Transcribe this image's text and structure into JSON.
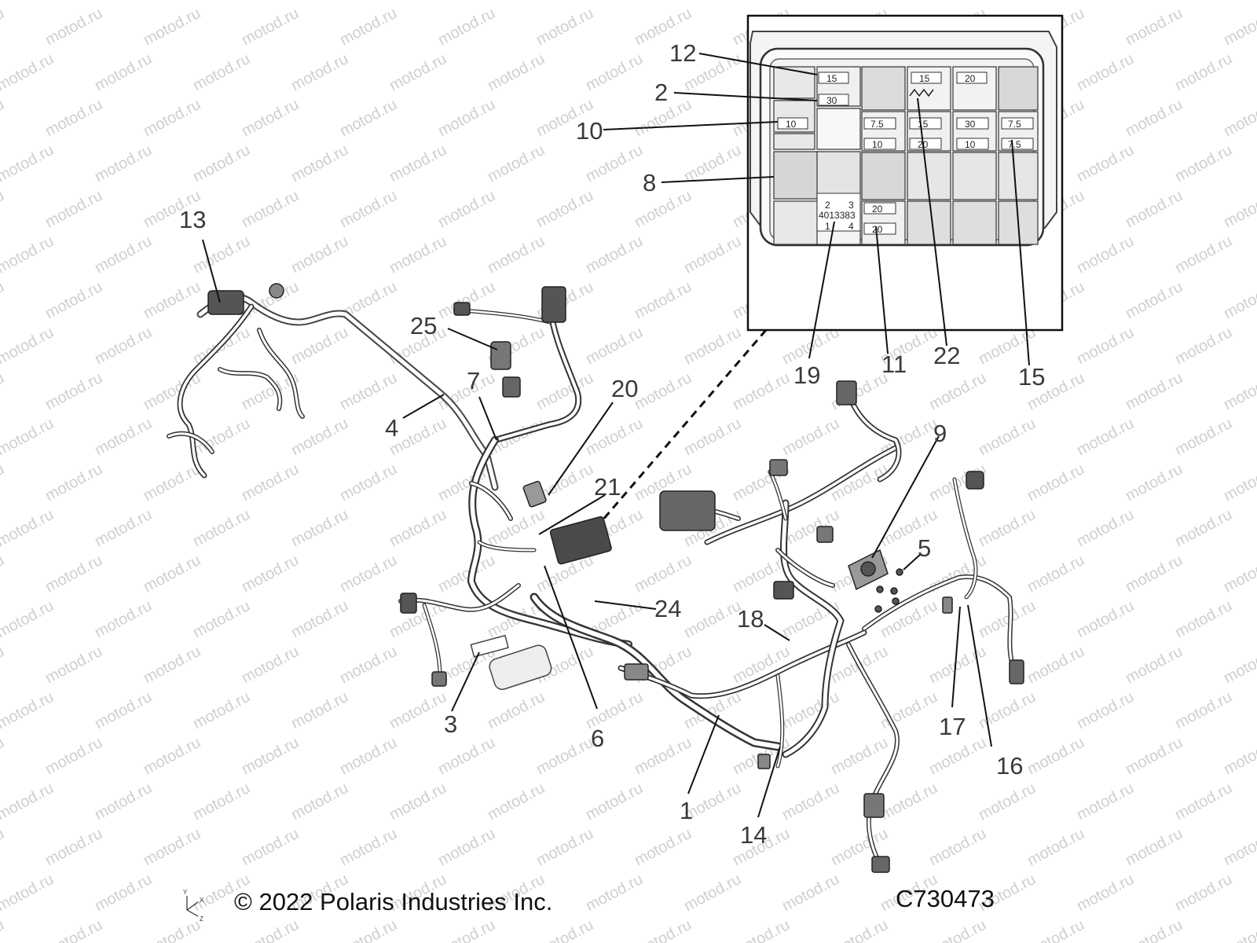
{
  "watermark": "motod.ru",
  "callouts": [
    {
      "id": "1",
      "label": "1"
    },
    {
      "id": "2",
      "label": "2"
    },
    {
      "id": "3",
      "label": "3"
    },
    {
      "id": "4",
      "label": "4"
    },
    {
      "id": "5",
      "label": "5"
    },
    {
      "id": "6",
      "label": "6"
    },
    {
      "id": "7",
      "label": "7"
    },
    {
      "id": "8",
      "label": "8"
    },
    {
      "id": "9",
      "label": "9"
    },
    {
      "id": "10",
      "label": "10"
    },
    {
      "id": "11",
      "label": "11"
    },
    {
      "id": "12",
      "label": "12"
    },
    {
      "id": "13",
      "label": "13"
    },
    {
      "id": "14",
      "label": "14"
    },
    {
      "id": "15",
      "label": "15"
    },
    {
      "id": "16",
      "label": "16"
    },
    {
      "id": "17",
      "label": "17"
    },
    {
      "id": "18",
      "label": "18"
    },
    {
      "id": "19",
      "label": "19"
    },
    {
      "id": "20",
      "label": "20"
    },
    {
      "id": "21",
      "label": "21"
    },
    {
      "id": "22",
      "label": "22"
    },
    {
      "id": "24",
      "label": "24"
    },
    {
      "id": "25",
      "label": "25"
    }
  ],
  "fuse_box": {
    "fuse_labels": [
      "15",
      "30",
      "10",
      "15",
      "20",
      "7.5",
      "15",
      "30",
      "7.5",
      "10",
      "20",
      "10",
      "7.5",
      "20",
      "20"
    ],
    "relay_part_number": "4013383",
    "relay_pins": [
      "1",
      "2",
      "3",
      "4"
    ]
  },
  "footer": {
    "copyright": "© 2022 Polaris Industries Inc.",
    "drawing_code": "C730473"
  },
  "axis_triad": {
    "labels": [
      "Y",
      "X",
      "Z"
    ]
  }
}
